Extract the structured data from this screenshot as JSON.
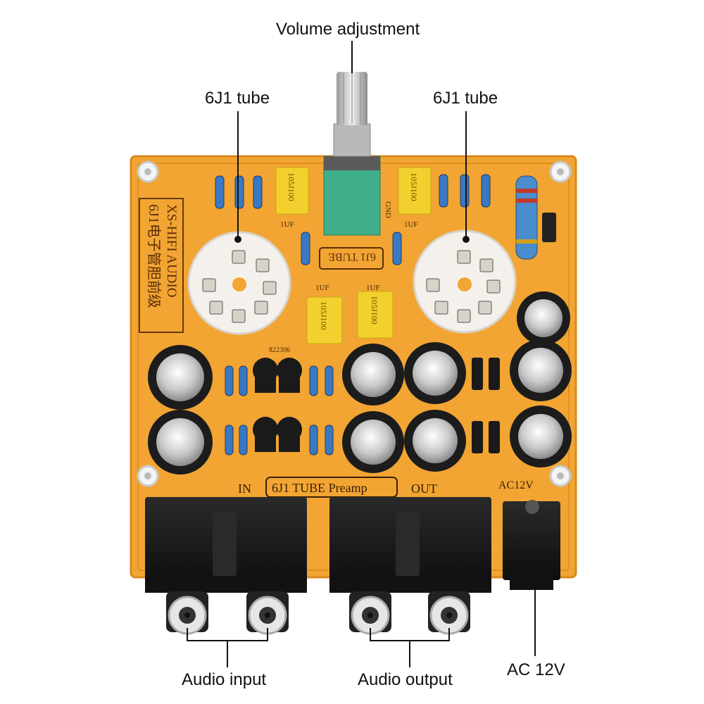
{
  "callouts": {
    "volume": "Volume adjustment",
    "tube_left": "6J1 tube",
    "tube_right": "6J1 tube",
    "audio_input": "Audio input",
    "audio_output": "Audio output",
    "ac": "AC 12V"
  },
  "board": {
    "title_cn": "6J1电子管胆前级",
    "title_en": "XS-HIFI AUDIO",
    "pot_label": "6J1 TUBE",
    "preamp_label": "6J1 TUBE Preamp",
    "in_label": "IN",
    "out_label": "OUT",
    "power_label": "AC12V",
    "gnd_label": "GND",
    "cap_text": "105J100",
    "cap_value": "1UF",
    "serial": "822306"
  },
  "colors": {
    "pcb": "#f2a533",
    "pcb_edge": "#d98a1c",
    "socket": "#f4f1ec",
    "capacitor": "#1c1c1c",
    "film_cap": "#f2d12e",
    "pot_body": "#3fae8a",
    "jack": "#151515"
  }
}
